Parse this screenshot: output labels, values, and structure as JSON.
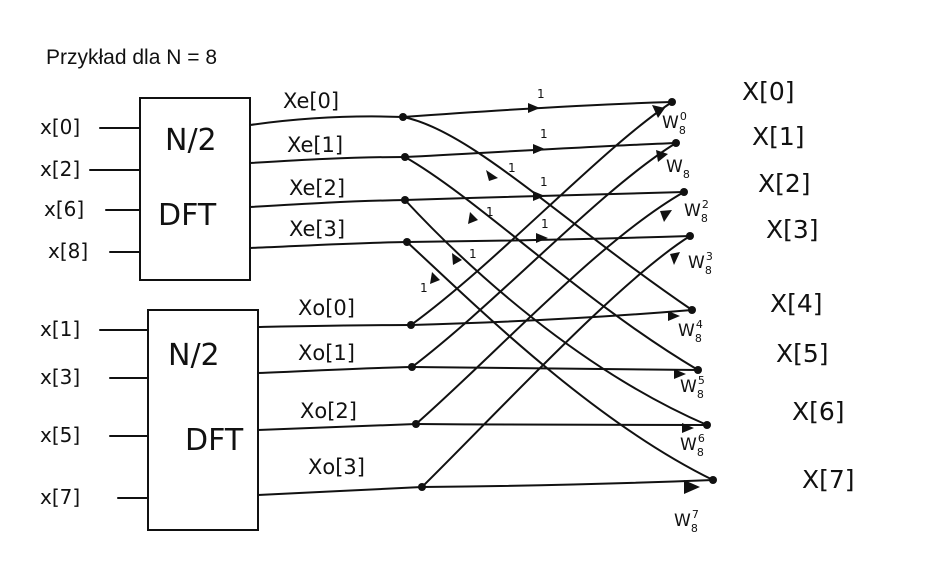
{
  "title": "Przykład dla N = 8",
  "block_top": {
    "line1": "N/2",
    "line2": "DFT"
  },
  "block_bottom": {
    "line1": "N/2",
    "line2": "DFT"
  },
  "inputs_even": [
    "x[0]",
    "x[2]",
    "x[6]",
    "x[8]"
  ],
  "inputs_odd": [
    "x[1]",
    "x[3]",
    "x[5]",
    "x[7]"
  ],
  "even_outputs": [
    "Xe[0]",
    "Xe[1]",
    "Xe[2]",
    "Xe[3]"
  ],
  "odd_outputs": [
    "Xo[0]",
    "Xo[1]",
    "Xo[2]",
    "Xo[3]"
  ],
  "final_outputs": [
    "X[0]",
    "X[1]",
    "X[2]",
    "X[3]",
    "X[4]",
    "X[5]",
    "X[6]",
    "X[7]"
  ],
  "twiddle_base": "W",
  "twiddle_sub": "8",
  "twiddle_exponents": [
    "0",
    "",
    "2",
    "3",
    "4",
    "5",
    "6",
    "7"
  ],
  "unity_weight": "1"
}
